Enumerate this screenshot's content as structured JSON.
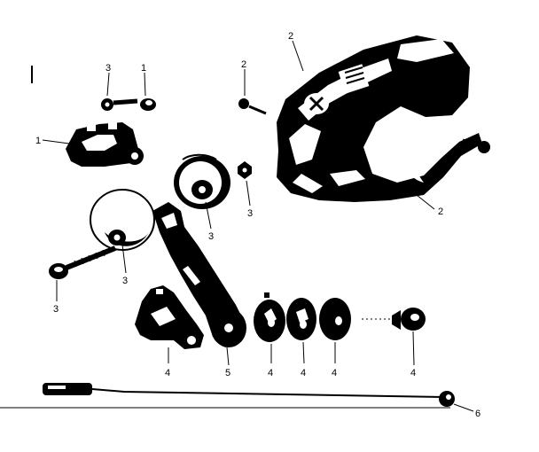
{
  "diagram": {
    "callouts": {
      "c_top_cable_screw": "3",
      "c_top_cable_clamp": "1",
      "c_cable_anchor": "1",
      "c_shifter_cover_top": "2",
      "c_cover_screw_left": "2",
      "c_cover_lower": "2",
      "c_rear_plate_screw": "3",
      "c_pulley_upper": "3",
      "c_pulley_lower": "3",
      "c_main_bolt": "3",
      "c_mount_bracket": "4",
      "c_cage_arm": "5",
      "c_spacer_1": "4",
      "c_spacer_2": "4",
      "c_spacer_3": "4",
      "c_adjust_screw": "4",
      "c_cable_end": "6"
    }
  }
}
